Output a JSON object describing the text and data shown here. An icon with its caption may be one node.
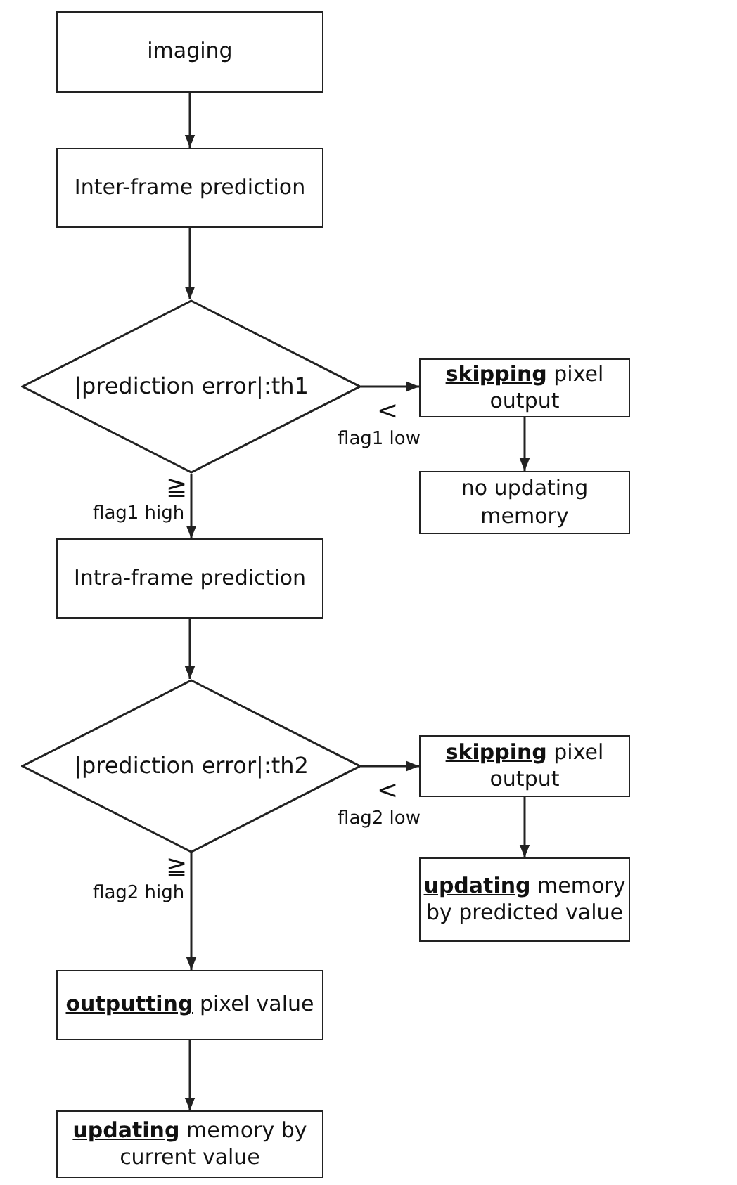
{
  "diagram": {
    "nodes": [
      {
        "text": [
          "imaging"
        ]
      },
      {
        "text": [
          "Inter-frame prediction"
        ]
      },
      {
        "text": [
          "|prediction error|:th1"
        ]
      },
      {
        "text": [
          "**skipping** pixel output"
        ]
      },
      {
        "text": [
          "no updating memory"
        ]
      },
      {
        "text": [
          "Intra-frame prediction"
        ]
      },
      {
        "text": [
          "|prediction error|:th2"
        ]
      },
      {
        "text": [
          "**skipping** pixel output"
        ]
      },
      {
        "text": [
          "**updating** memory by predicted value"
        ]
      },
      {
        "text": [
          "**outputting** pixel value"
        ]
      },
      {
        "text": [
          "**updating** memory by current value"
        ]
      }
    ],
    "edges": [
      {
        "from": 0,
        "to": 1,
        "arrow": "to"
      },
      {
        "from": 1,
        "to": 2,
        "arrow": "to"
      },
      {
        "from": 2,
        "to": 3,
        "arrow": "to",
        "label": "<"
      },
      {
        "from": 3,
        "to": 4,
        "arrow": "to"
      },
      {
        "from": 2,
        "to": 5,
        "arrow": "to",
        "label": "≧"
      },
      {
        "from": 5,
        "to": 6,
        "arrow": "to"
      },
      {
        "from": 6,
        "to": 7,
        "arrow": "to",
        "label": "<"
      },
      {
        "from": 7,
        "to": 8,
        "arrow": "to"
      },
      {
        "from": 6,
        "to": 9,
        "arrow": "to",
        "label": "≧"
      },
      {
        "from": 9,
        "to": 10,
        "arrow": "to"
      }
    ],
    "labels": [
      "flag1 low",
      "flag1 high",
      "flag2 low",
      "flag2 high"
    ]
  }
}
